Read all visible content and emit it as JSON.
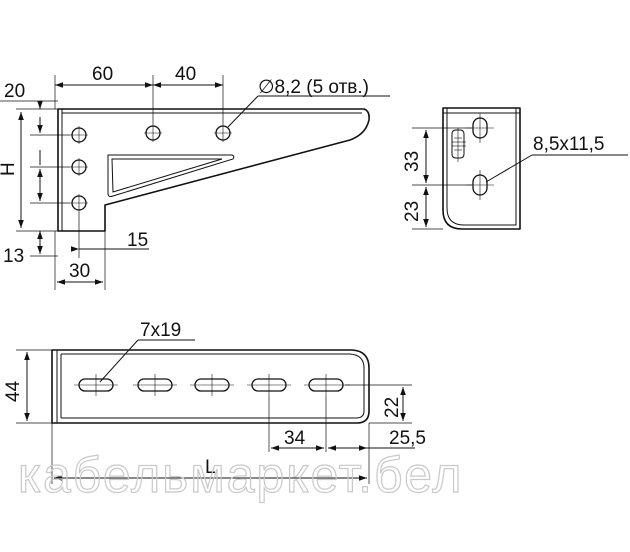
{
  "dimensions": {
    "top_left_offset": "20",
    "hole_spacing_horizontal": "60",
    "hole_spacing_small": "40",
    "hole_diameter_note": "∅8,2 (5 отв.)",
    "height_label": "H",
    "bottom_offset": "13",
    "lip_width": "15",
    "base_width": "30",
    "side_spacing_top": "33",
    "side_spacing_bottom": "23",
    "side_slot_size": "8,5x11,5",
    "bottom_slot_size": "7x19",
    "bottom_height": "44",
    "bottom_slot_offset": "22",
    "slot_pitch": "34",
    "end_offset": "25,5",
    "length_label": "L"
  },
  "watermark": "кабельмаркет.бел"
}
